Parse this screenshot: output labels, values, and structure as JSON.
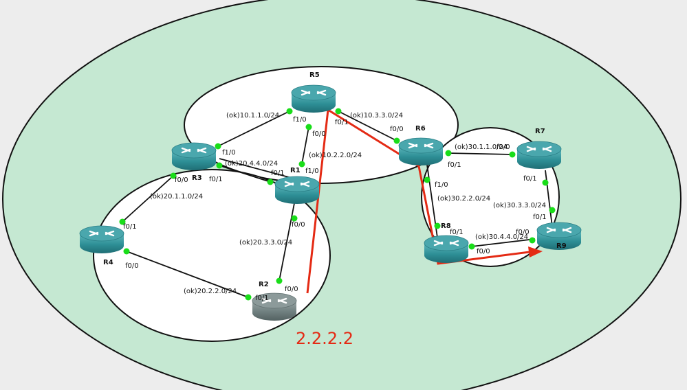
{
  "colors": {
    "background": "#ededed",
    "outer_area": "#c5e8d2",
    "inner_area": "#ffffff",
    "link": "#111111",
    "port_dot": "#19dd19",
    "path": "#e42a14",
    "router_body": "#2e8f96",
    "router_dim": "#6f7f7f"
  },
  "routers": [
    {
      "id": "R1",
      "label": "R1",
      "state": "active"
    },
    {
      "id": "R2",
      "label": "R2",
      "state": "stopped"
    },
    {
      "id": "R3",
      "label": "R3",
      "state": "active"
    },
    {
      "id": "R4",
      "label": "R4",
      "state": "active"
    },
    {
      "id": "R5",
      "label": "R5",
      "state": "active"
    },
    {
      "id": "R6",
      "label": "R6",
      "state": "active"
    },
    {
      "id": "R7",
      "label": "R7",
      "state": "active"
    },
    {
      "id": "R8",
      "label": "R8",
      "state": "active"
    },
    {
      "id": "R9",
      "label": "R9",
      "state": "active"
    }
  ],
  "links": [
    {
      "a": "R5",
      "b": "R3",
      "a_port": "f1/0",
      "b_port": "f1/0",
      "subnet": "(ok)10.1.1.0/24"
    },
    {
      "a": "R5",
      "b": "R1",
      "a_port": "f0/0",
      "b_port": "f1/0",
      "subnet": "(ok)10.2.2.0/24"
    },
    {
      "a": "R5",
      "b": "R6",
      "a_port": "f0/1",
      "b_port": "f0/0",
      "subnet": "(ok)10.3.3.0/24"
    },
    {
      "a": "R3",
      "b": "R1",
      "a_port": "f0/1",
      "b_port": "f0/1",
      "subnet": "(ok)20.4.4.0/24"
    },
    {
      "a": "R3",
      "b": "R4",
      "a_port": "f0/0",
      "b_port": "f0/1",
      "subnet": "(ok)20.1.1.0/24"
    },
    {
      "a": "R1",
      "b": "R2",
      "a_port": "f0/0",
      "b_port": "f0/0",
      "subnet": "(ok)20.3.3.0/24"
    },
    {
      "a": "R4",
      "b": "R2",
      "a_port": "f0/0",
      "b_port": "f0/1",
      "subnet": "(ok)20.2.2.0/24"
    },
    {
      "a": "R6",
      "b": "R7",
      "a_port": "f0/1",
      "b_port": "f0/0",
      "subnet": "(ok)30.1.1.0/24"
    },
    {
      "a": "R6",
      "b": "R8",
      "a_port": "f1/0",
      "b_port": "",
      "subnet": "(ok)30.2.2.0/24"
    },
    {
      "a": "R7",
      "b": "R9",
      "a_port": "f0/1",
      "b_port": "f0/1",
      "subnet": "(ok)30.3.3.0/24"
    },
    {
      "a": "R8",
      "b": "R9",
      "a_port": "f0/0",
      "b_port": "f0/0",
      "subnet": "(ok)30.4.4.0/24"
    }
  ],
  "extra_port_labels": [
    "f0/1"
  ],
  "highlighted_path": [
    "R2",
    "R5",
    "R6",
    "R8",
    "R9"
  ],
  "overlay_text": "2.2.2.2"
}
